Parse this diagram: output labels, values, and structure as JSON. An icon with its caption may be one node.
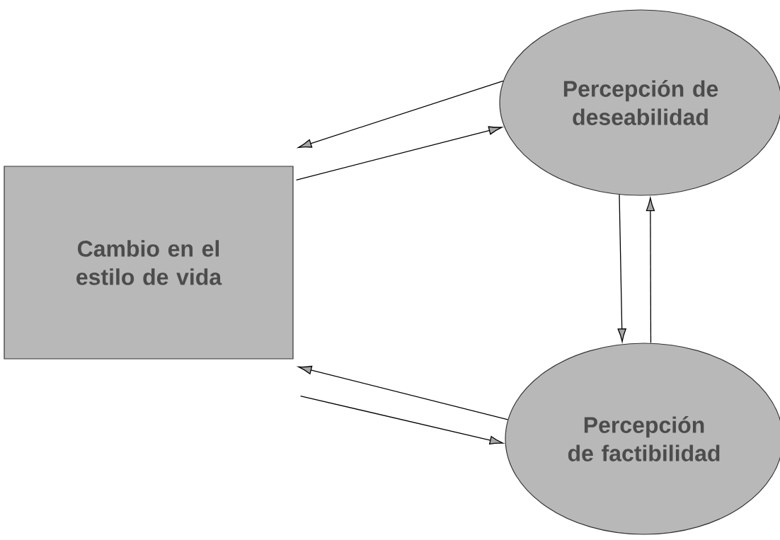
{
  "diagram": {
    "nodes": [
      {
        "text": [
          "Cambio en el estilo de vida"
        ]
      },
      {
        "text": [
          "Percepción de deseabilidad"
        ]
      },
      {
        "text": [
          "Percepción de factibilidad"
        ]
      }
    ],
    "edges": [
      {
        "from": 1,
        "to": 0,
        "arrow": "to"
      },
      {
        "from": 0,
        "to": 1,
        "arrow": "to"
      },
      {
        "from": 1,
        "to": 2,
        "arrow": "to"
      },
      {
        "from": 2,
        "to": 1,
        "arrow": "to"
      },
      {
        "from": 2,
        "to": 0,
        "arrow": "to"
      },
      {
        "from": 0,
        "to": 2,
        "arrow": "to"
      }
    ]
  }
}
